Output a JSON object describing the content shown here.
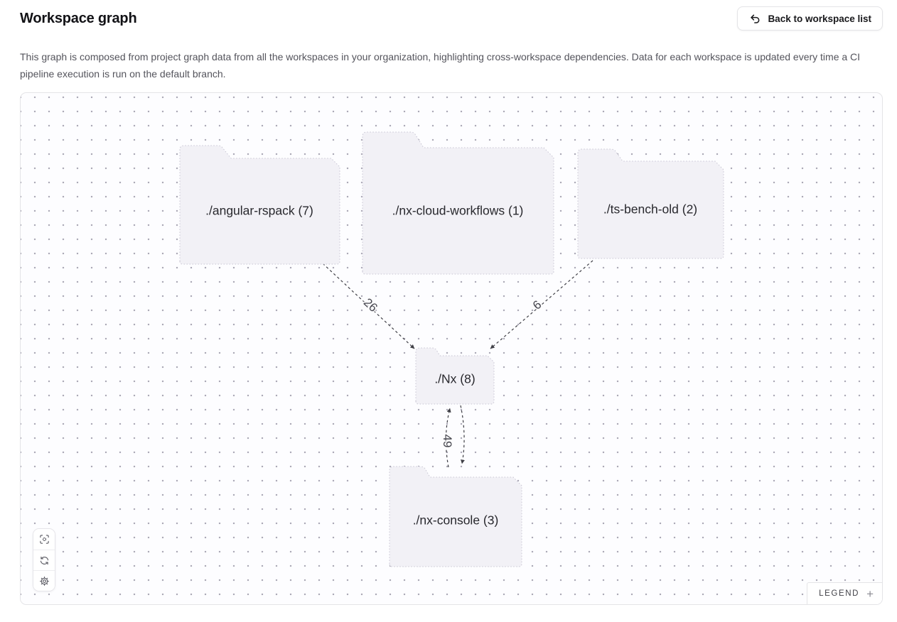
{
  "header": {
    "title": "Workspace graph",
    "back_button_label": "Back to workspace list"
  },
  "description": "This graph is composed from project graph data from all the workspaces in your organization, highlighting cross-workspace dependencies. Data for each workspace is updated every time a CI pipeline execution is run on the default branch.",
  "graph": {
    "nodes": [
      {
        "id": "angular-rspack",
        "label": "./angular-rspack (7)",
        "project_count": 7
      },
      {
        "id": "nx-cloud-workflows",
        "label": "./nx-cloud-workflows (1)",
        "project_count": 1
      },
      {
        "id": "ts-bench-old",
        "label": "./ts-bench-old (2)",
        "project_count": 2
      },
      {
        "id": "Nx",
        "label": "./Nx (8)",
        "project_count": 8
      },
      {
        "id": "nx-console",
        "label": "./nx-console (3)",
        "project_count": 3
      }
    ],
    "edges": [
      {
        "from": "angular-rspack",
        "to": "Nx",
        "count": "26",
        "bidirectional": false
      },
      {
        "from": "ts-bench-old",
        "to": "Nx",
        "count": "6",
        "bidirectional": false
      },
      {
        "from": "Nx",
        "to": "nx-console",
        "count": "49",
        "bidirectional": true
      }
    ]
  },
  "controls": {
    "buttons": [
      {
        "icon": "focus-icon"
      },
      {
        "icon": "refresh-icon"
      },
      {
        "icon": "settings-icon"
      }
    ]
  },
  "legend": {
    "label": "LEGEND",
    "toggle_icon": "+"
  },
  "colors": {
    "node_fill": "#f2f1f6",
    "node_border": "#c8c5d3",
    "edge": "#3f3f46",
    "canvas_border": "#e4e4e7",
    "canvas_dot": "#a9a6b4",
    "text_primary": "#121216",
    "text_secondary": "#54545c"
  }
}
